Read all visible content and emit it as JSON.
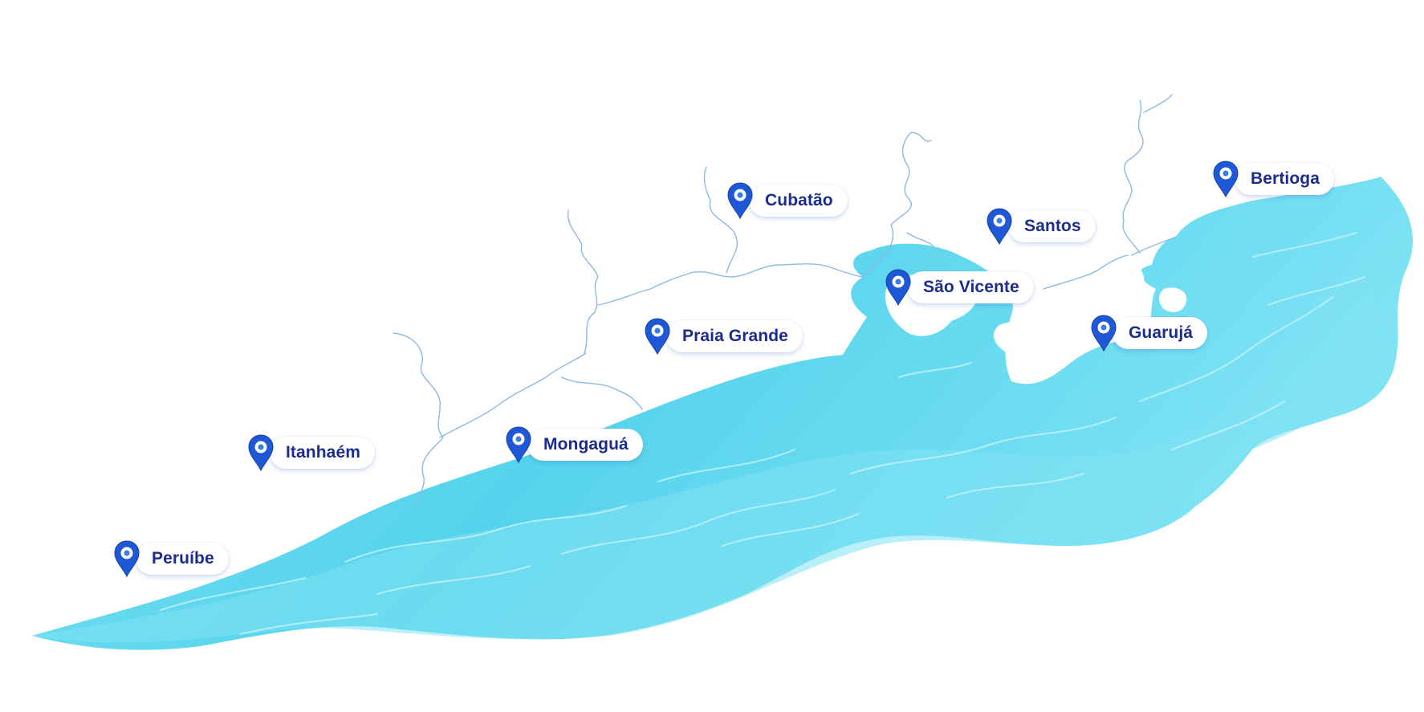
{
  "colors": {
    "sea": "#5dd6ee",
    "sea_light": "#8ee6f5",
    "sea_wave": "#b9f0f9",
    "land": "#ffffff",
    "border": "#7fb0e0",
    "pin": "#1f58d6",
    "pin_dark": "#1640a8",
    "label_text": "#1b2c8c"
  },
  "icons": {
    "marker": "map-pin-icon"
  },
  "cities": [
    {
      "id": "peruibe",
      "name": "Peruíbe"
    },
    {
      "id": "itanhaem",
      "name": "Itanhaém"
    },
    {
      "id": "mongagua",
      "name": "Mongaguá"
    },
    {
      "id": "praia-grande",
      "name": "Praia Grande"
    },
    {
      "id": "cubatao",
      "name": "Cubatão"
    },
    {
      "id": "sao-vicente",
      "name": "São Vicente"
    },
    {
      "id": "santos",
      "name": "Santos"
    },
    {
      "id": "guaruja",
      "name": "Guarujá"
    },
    {
      "id": "bertioga",
      "name": "Bertioga"
    }
  ]
}
